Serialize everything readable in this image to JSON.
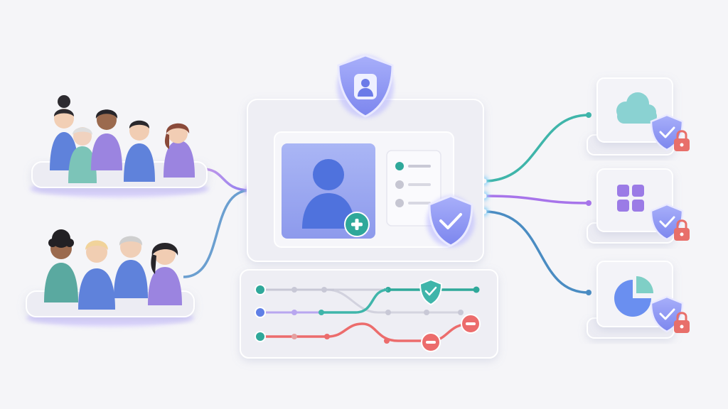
{
  "colors": {
    "background": "#f5f5f8",
    "platform": "#ececf3",
    "card": "#f3f3f8",
    "avatar_tile": "#9aa8f0",
    "person_blue": "#5b7fe0",
    "plus_badge": "#2fa89a",
    "shield": "#8b94f2",
    "teal": "#3fb5aa",
    "purple": "#a774ea",
    "blue_line": "#4a8cc2",
    "red_line": "#ec6c6c",
    "cloud": "#8ad2d2",
    "grid_tile": "#9b7be6",
    "pie": "#6a8ff0",
    "lock": "#e86f6a"
  },
  "icons": {
    "top_shield": "shield-user-icon",
    "card_shield": "shield-check-icon",
    "add_user": "user-plus-icon",
    "checklist": "list-icon",
    "allowed": "check-badge-icon",
    "denied": "stop-badge-icon",
    "resource_lock": "padlock-icon",
    "resources": [
      "cloud-icon",
      "app-grid-icon",
      "pie-chart-icon"
    ]
  },
  "groups": [
    {
      "id": "group-a",
      "people": 5
    },
    {
      "id": "group-b",
      "people": 4
    }
  ],
  "flow_paths": [
    {
      "id": "path-1",
      "status": "allowed"
    },
    {
      "id": "path-2",
      "status": "allowed"
    },
    {
      "id": "path-3",
      "status": "denied"
    }
  ],
  "resources": [
    {
      "id": "cloud",
      "icon": "cloud-icon",
      "protected": true
    },
    {
      "id": "apps",
      "icon": "app-grid-icon",
      "protected": true
    },
    {
      "id": "analytics",
      "icon": "pie-chart-icon",
      "protected": true
    }
  ]
}
